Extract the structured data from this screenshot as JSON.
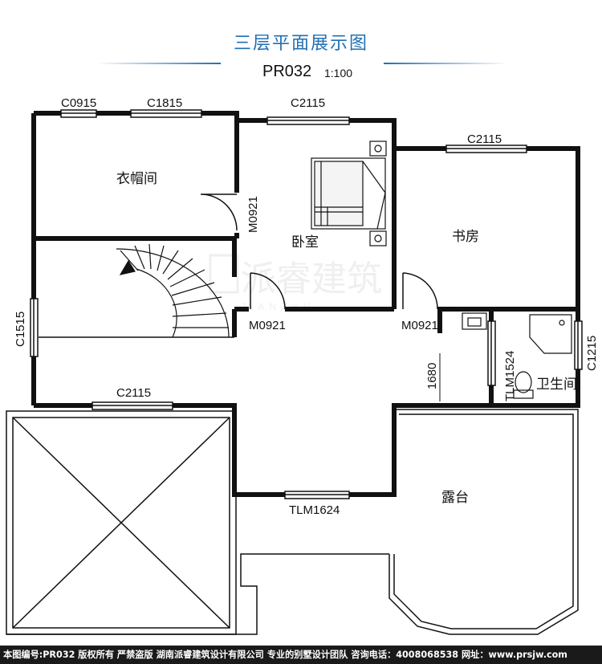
{
  "header": {
    "title": "三层平面展示图",
    "plan_code": "PR032",
    "scale": "1:100"
  },
  "rooms": {
    "cloakroom": "衣帽间",
    "bedroom": "卧室",
    "study": "书房",
    "bathroom": "卫生间",
    "terrace": "露台"
  },
  "labels": {
    "c0915": "C0915",
    "c1815": "C1815",
    "c2115_bedroom": "C2115",
    "c2115_study": "C2115",
    "c2115_roof": "C2115",
    "c1515": "C1515",
    "c1215": "C1215",
    "m0921_cloak": "M0921",
    "m0921_bed": "M0921",
    "m0921_hall": "M0921",
    "tlm1524": "TLM1524",
    "tlm1624": "TLM1624",
    "dim_1680": "1680"
  },
  "watermark": {
    "text": "派睿建筑",
    "sub": "JIANZHU"
  },
  "footer": {
    "text": "本图编号:PR032 版权所有 严禁盗版 湖南派睿建筑设计有限公司 专业的别墅设计团队 咨询电话：4008068538 网址：www.prsjw.com"
  },
  "colors": {
    "title_blue": "#1f6fb5",
    "wall": "#111111",
    "footer_bg": "#1a1a1a"
  }
}
